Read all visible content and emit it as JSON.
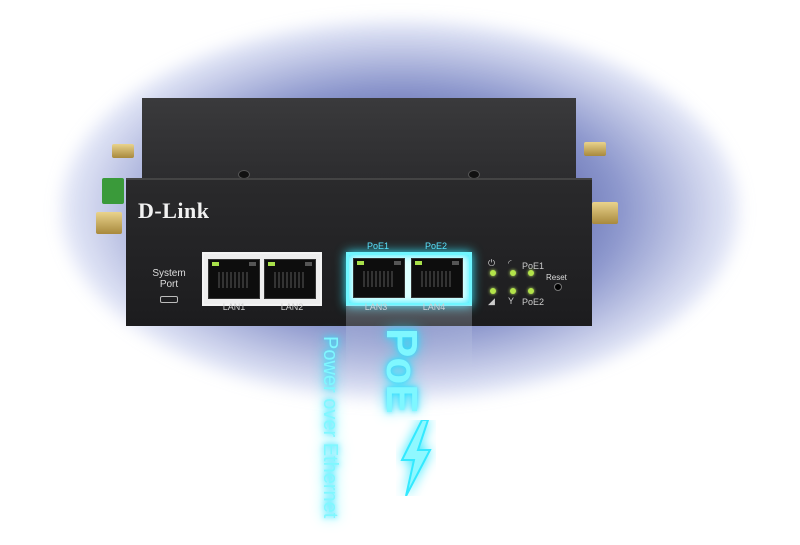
{
  "brand": "D-Link",
  "system_port_label": "System\nPort",
  "lan_ports": [
    {
      "label": "LAN1"
    },
    {
      "label": "LAN2"
    },
    {
      "label": "LAN3",
      "poe_label": "PoE1"
    },
    {
      "label": "LAN4",
      "poe_label": "PoE2"
    }
  ],
  "status_labels": {
    "poe1": "PoE1",
    "poe2": "PoE2"
  },
  "reset_label": "Reset",
  "callout": {
    "title": "PoE",
    "subtitle": "Power over Ethernet"
  },
  "colors": {
    "accent_glow": "#33e9ff",
    "led": "#b3e34a",
    "chassis": "#1c1c1e"
  },
  "icons": [
    "power-icon",
    "wifi-icon",
    "signal-icon",
    "antenna-icon",
    "lightning-bolt-icon"
  ]
}
